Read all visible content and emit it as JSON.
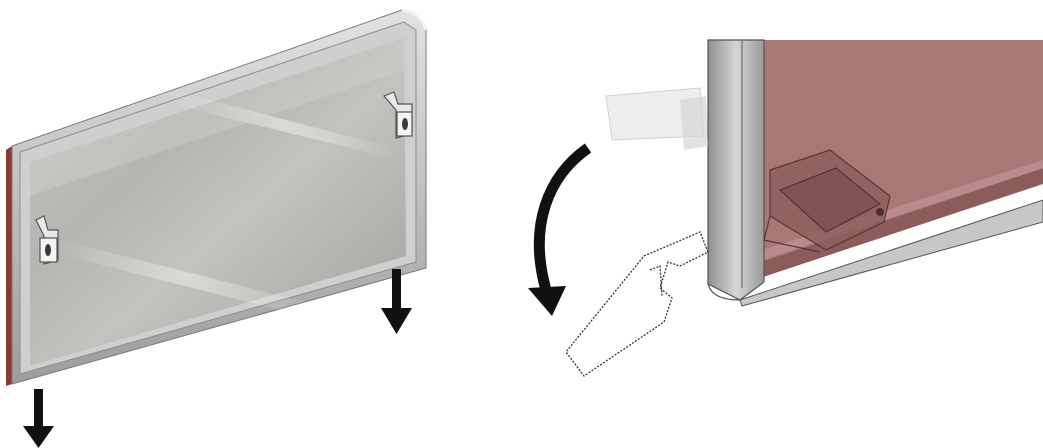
{
  "figure": {
    "left_view": {
      "panel": "mirror-panel",
      "brackets": [
        "upper-right-bracket",
        "left-bracket"
      ],
      "arrows": [
        "down",
        "down"
      ]
    },
    "right_view": {
      "panel": "glass-panel-corner",
      "motion": "rotate-bracket-down",
      "arrows": [
        "curved-rotation"
      ]
    }
  },
  "colors": {
    "frame": "#b8b8b8",
    "frame_dark": "#8a8a8a",
    "mirror_light": "#d2d2ce",
    "mirror_mid": "#a9aaa5",
    "glass_tint": "#a97775",
    "arrow": "#111111",
    "outline": "#333333"
  }
}
